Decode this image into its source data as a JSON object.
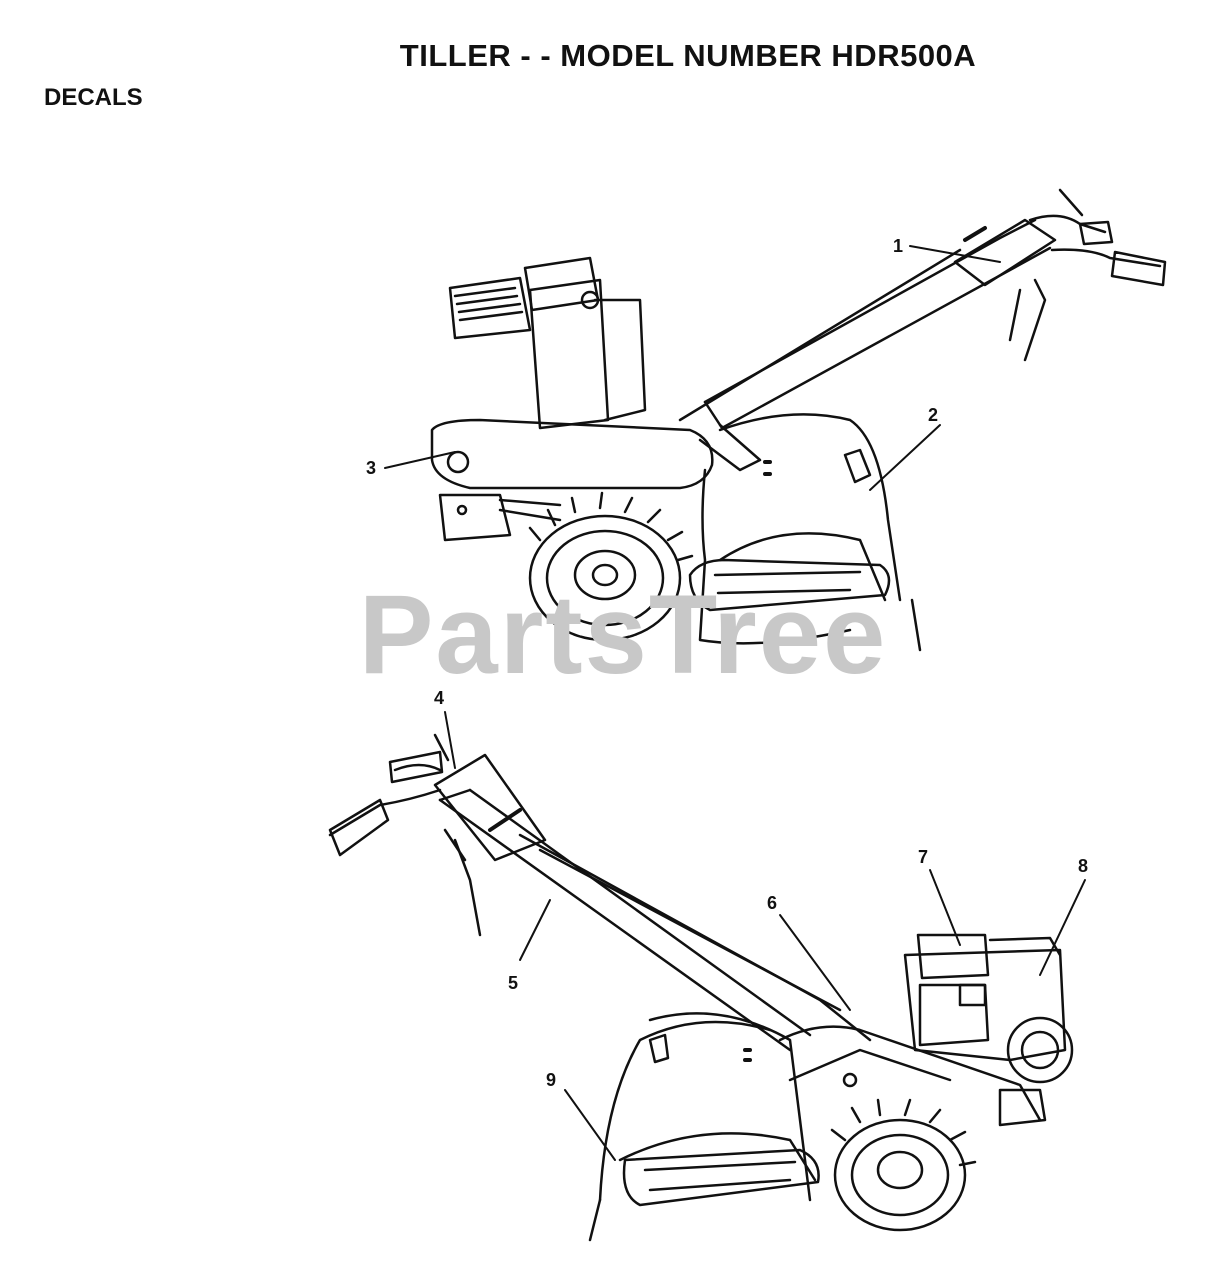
{
  "header": {
    "title": "TILLER - - MODEL NUMBER HDR500A",
    "section": "DECALS"
  },
  "watermark": "PartsTree",
  "callouts": [
    "1",
    "2",
    "3",
    "4",
    "5",
    "6",
    "7",
    "8",
    "9"
  ],
  "colors": {
    "ink": "#111111",
    "watermark": "#c8c8c8",
    "background": "#ffffff"
  }
}
